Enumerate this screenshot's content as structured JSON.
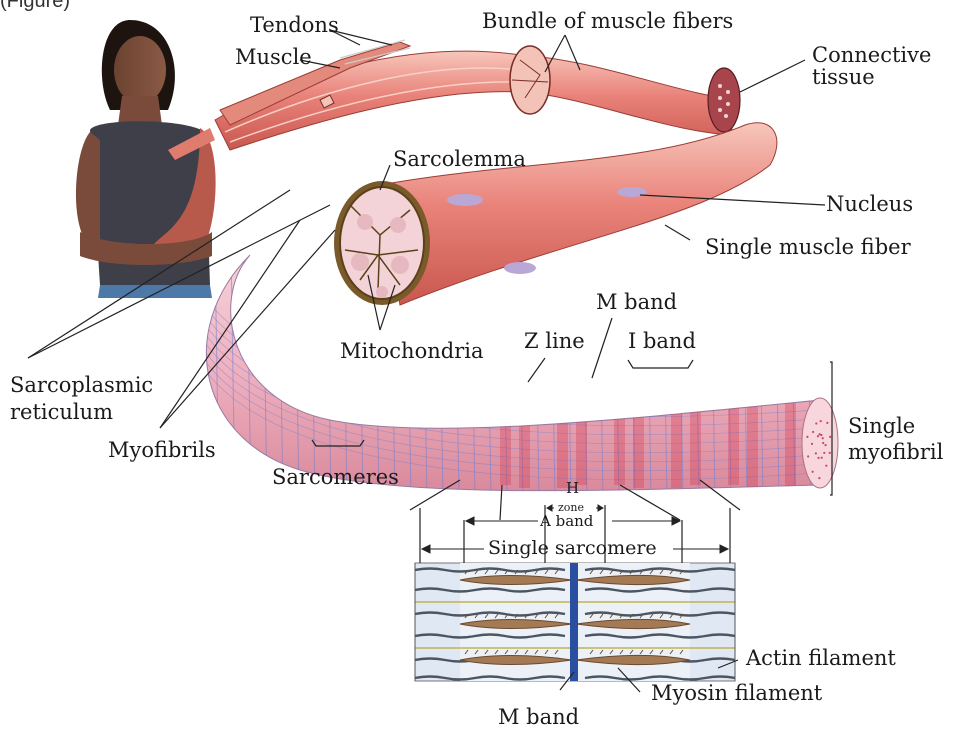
{
  "caption_fragment": "(Figure)",
  "labels": {
    "tendons": "Tendons",
    "muscle": "Muscle",
    "bundle": "Bundle of muscle fibers",
    "connective": "Connective\ntissue",
    "sarcolemma": "Sarcolemma",
    "nucleus": "Nucleus",
    "single_fiber": "Single muscle fiber",
    "m_band_top": "M band",
    "i_band": "I band",
    "z_line": "Z line",
    "mitochondria": "Mitochondria",
    "sarcoplasmic": "Sarcoplasmic\nreticulum",
    "myofibrils": "Myofibrils",
    "single_myofibril": "Single\nmyofibril",
    "sarcomeres": "Sarcomeres",
    "h_zone_h": "H",
    "h_zone_zone": "zone",
    "a_band": "A band",
    "single_sarcomere": "Single sarcomere",
    "actin": "Actin filament",
    "myosin": "Myosin filament",
    "m_band_bottom": "M band"
  },
  "colors": {
    "muscle_pink": "#e9837a",
    "muscle_light": "#f6c3b8",
    "myofibril_pink": "#f1b7c2",
    "myofibril_blue": "#6f7fd0",
    "sarcomere_red": "#d4233d",
    "panel_bg": "#dfe8f3",
    "myosin": "#a47a55",
    "actin": "#4b5563",
    "m_band": "#2a4fa0",
    "line": "#222222"
  }
}
